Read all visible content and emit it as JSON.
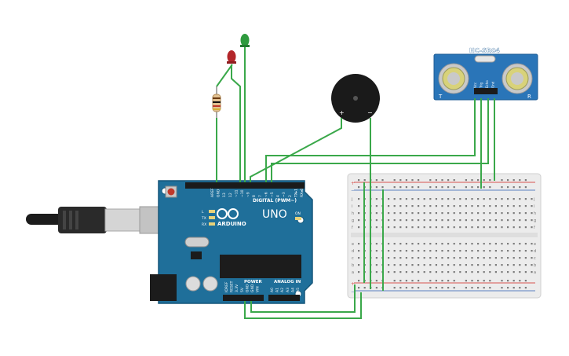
{
  "arduino": {
    "logo_text": "ARDUINO",
    "model": "UNO",
    "digital_header": "DIGITAL (PWM~)",
    "power_label": "POWER",
    "analog_label": "ANALOG IN",
    "digital_pins": [
      "AREF",
      "GND",
      "13",
      "12",
      "~11",
      "~10",
      "~9",
      "8",
      "7",
      "~6",
      "~5",
      "4",
      "~3",
      "2",
      "TX▸1",
      "RX◂0"
    ],
    "power_pins": [
      "IOREF",
      "RESET",
      "3.3V",
      "5V",
      "GND",
      "GND",
      "VIN"
    ],
    "analog_pins": [
      "A0",
      "A1",
      "A2",
      "A3",
      "A4",
      "A5"
    ],
    "led_labels": [
      "L",
      "TX",
      "RX"
    ],
    "on_label": "ON"
  },
  "sensor": {
    "model": "HC-SR04",
    "pins": [
      "Vcc",
      "Trig",
      "Echo",
      "Gnd"
    ],
    "corner_left": "T",
    "corner_right": "R"
  },
  "buzzer": {
    "plus": "+",
    "minus": "−"
  },
  "breadboard": {
    "rail_plus": "+",
    "rail_minus": "−",
    "row_letters_top": [
      "j",
      "i",
      "h",
      "g",
      "f"
    ],
    "row_letters_bottom": [
      "e",
      "d",
      "c",
      "b",
      "a"
    ]
  },
  "colors": {
    "board": "#1f6f9a",
    "board_dark": "#16577a",
    "wire": "#3aa84a",
    "breadboard": "#ececec",
    "rail_red": "#d9534f",
    "rail_blue": "#5a7fbf",
    "led_red": "#b3262a",
    "led_green": "#2e9a3e",
    "sensor": "#2a75b8"
  }
}
